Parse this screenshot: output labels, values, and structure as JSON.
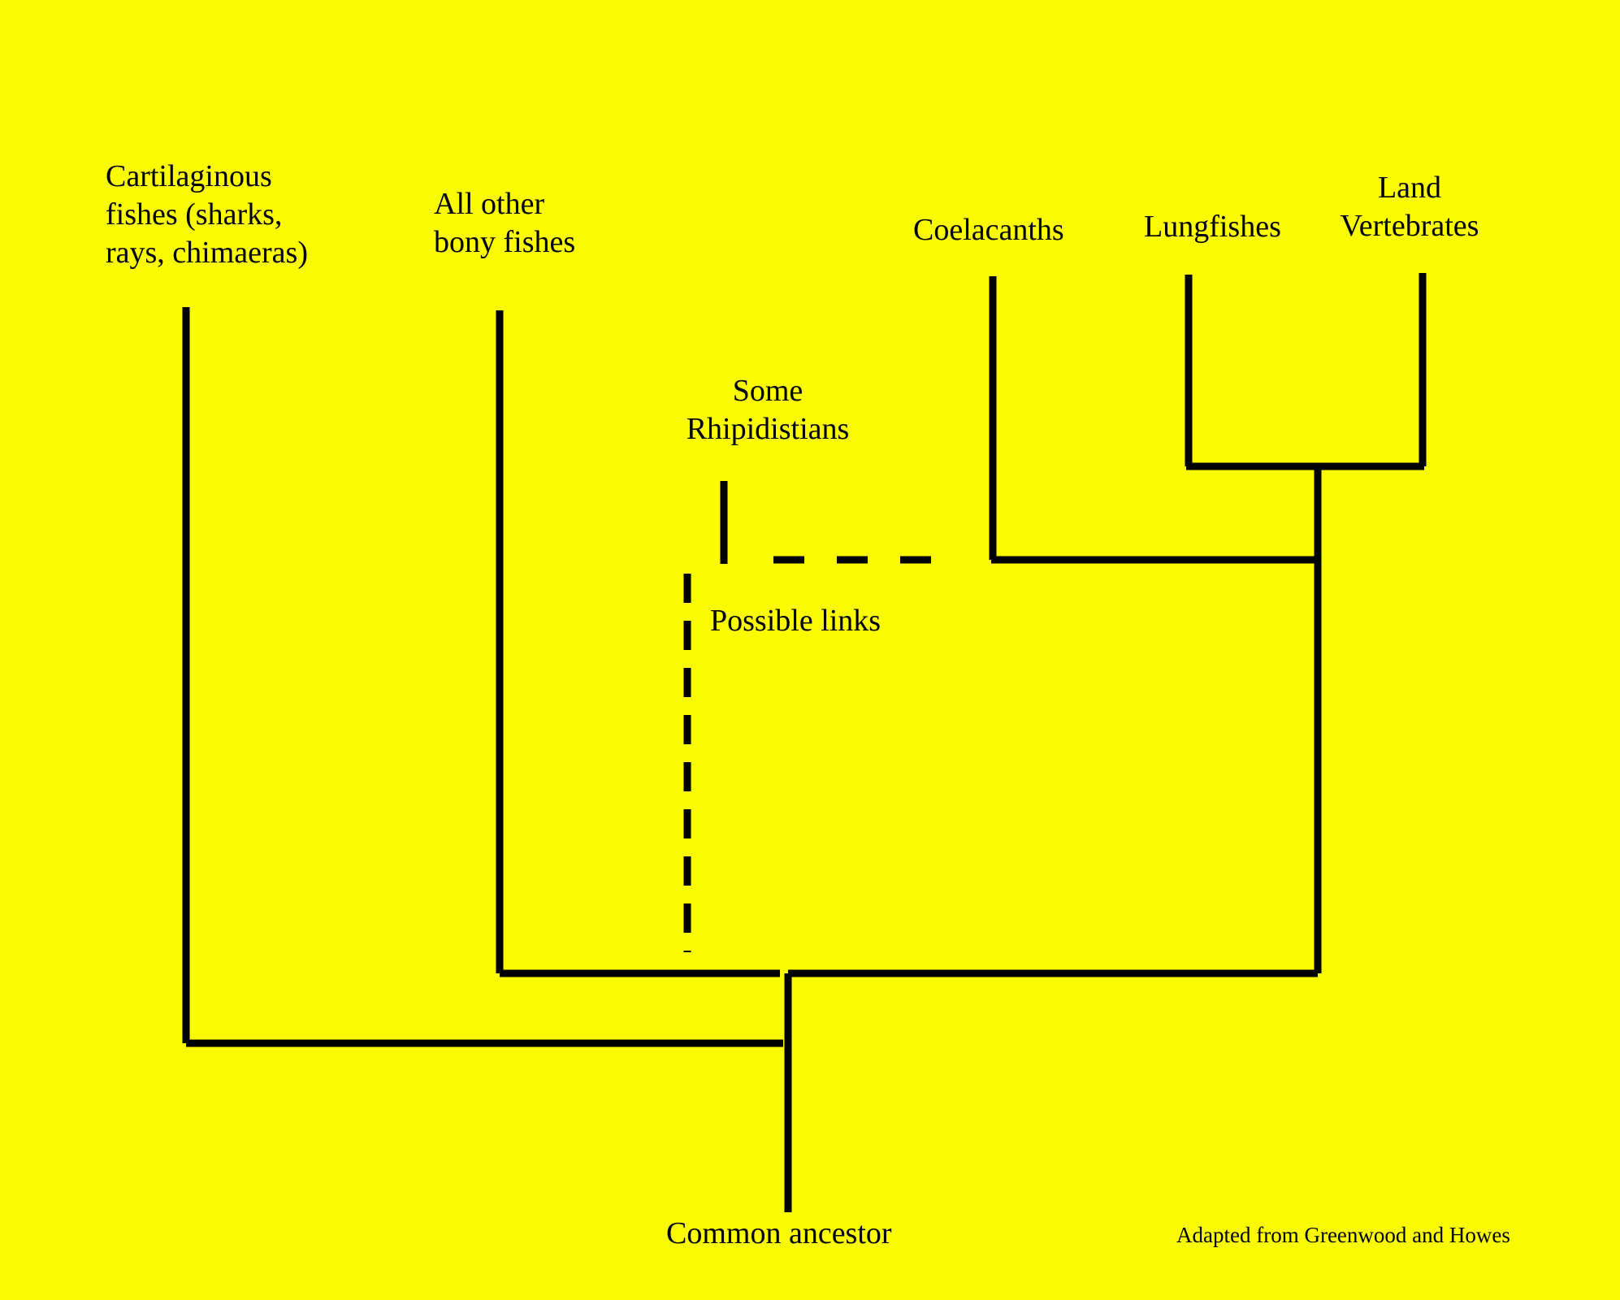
{
  "colors": {
    "background": "#fafa00",
    "ink": "#000000"
  },
  "labels": {
    "cartilaginous": [
      "Cartilaginous",
      "fishes (sharks,",
      "rays, chimaeras)"
    ],
    "bony": [
      "All other",
      "bony fishes"
    ],
    "rhipidistians": [
      "Some",
      "Rhipidistians"
    ],
    "coelacanths": "Coelacanths",
    "lungfishes": "Lungfishes",
    "land_vertebrates": [
      "Land",
      "Vertebrates"
    ],
    "possible_links": "Possible links",
    "common_ancestor": "Common ancestor",
    "credit": "Adapted from  Greenwood and Howes"
  }
}
